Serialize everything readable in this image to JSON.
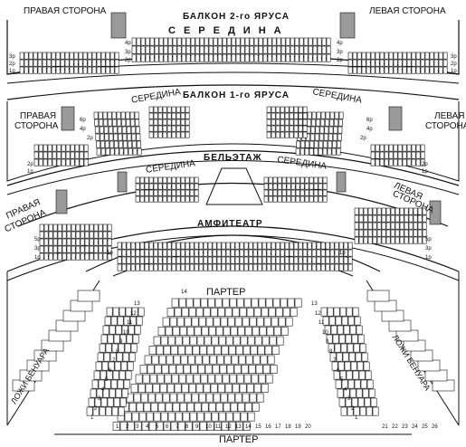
{
  "sections": {
    "balcony2": {
      "title": "БАЛКОН 2-го ЯРУСА",
      "middle": "СЕРЕДИНА",
      "right_side": "ПРАВАЯ СТОРОНА",
      "left_side": "ЛЕВАЯ СТОРОНА"
    },
    "balcony1": {
      "title": "БАЛКОН 1-го ЯРУСА",
      "middle_left": "СЕРЕДИНА",
      "middle_right": "СЕРЕДИНА",
      "right_side_1": "ПРАВАЯ",
      "right_side_2": "СТОРОНА",
      "left_side_1": "ЛЕВАЯ",
      "left_side_2": "СТОРОНА"
    },
    "beletage": {
      "title": "БЕЛЬЭТАЖ",
      "middle_left": "СЕРЕДИНА",
      "middle_right": "СЕРЕДИНА",
      "right_side_1": "ПРАВАЯ",
      "right_side_2": "СТОРОНА",
      "left_side_1": "ЛЕВАЯ",
      "left_side_2": "СТОРОНА"
    },
    "amphitheatre": {
      "title": "АМФИТЕАТР"
    },
    "parterre": {
      "title": "ПАРТЕР",
      "rows_top": "14",
      "row_numbers_left": [
        "13",
        "12",
        "11",
        "10",
        "9",
        "8",
        "7",
        "6",
        "5",
        "4",
        "3",
        "2",
        "1"
      ],
      "row_numbers_right": [
        "13",
        "12",
        "11",
        "10",
        "9",
        "8",
        "7",
        "6",
        "5",
        "4",
        "3",
        "2",
        "1"
      ]
    },
    "boxes": {
      "left": "ЛОЖИ БЕНУАРА",
      "right": "ЛОЖИ БЕНУАРА"
    }
  },
  "row_labels": {
    "r1": "1р",
    "r2": "2р",
    "r3": "3р",
    "r4": "4р",
    "r5": "5р",
    "r6": "6р"
  },
  "seat_numbers": {
    "bottom_left": [
      "1",
      "2",
      "3",
      "4",
      "5",
      "6",
      "7",
      "8",
      "9",
      "10",
      "11",
      "12",
      "13",
      "14",
      "15",
      "16",
      "17",
      "18",
      "19",
      "20"
    ],
    "bottom_right": [
      "21",
      "22",
      "23",
      "24",
      "25",
      "26"
    ]
  },
  "colors": {
    "ink": "#111111",
    "seat_fill": "#ffffff",
    "grey_block": "#9a9a9a"
  }
}
